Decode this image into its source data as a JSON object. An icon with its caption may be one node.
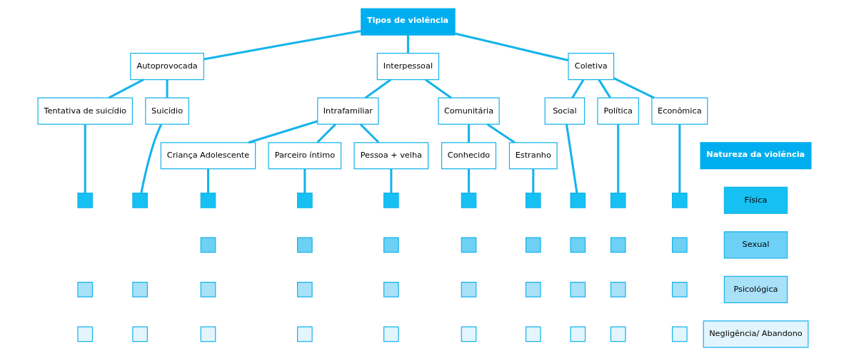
{
  "diagram": {
    "nodes": [
      {
        "text": [
          "Tipos de violência"
        ]
      },
      {
        "text": [
          "Autoprovocada"
        ]
      },
      {
        "text": [
          "Interpessoal"
        ]
      },
      {
        "text": [
          "Coletiva"
        ]
      },
      {
        "text": [
          "Tentativa de suicídio"
        ]
      },
      {
        "text": [
          "Suicídio"
        ]
      },
      {
        "text": [
          "Intrafamiliar"
        ]
      },
      {
        "text": [
          "Comunitária"
        ]
      },
      {
        "text": [
          "Social"
        ]
      },
      {
        "text": [
          "Política"
        ]
      },
      {
        "text": [
          "Econômica"
        ]
      },
      {
        "text": [
          "Natureza da violência"
        ]
      },
      {
        "text": [
          "Criança Adolescente"
        ]
      },
      {
        "text": [
          "Parceiro íntimo"
        ]
      },
      {
        "text": [
          "Pessoa + velha"
        ]
      },
      {
        "text": [
          "Conhecido"
        ]
      },
      {
        "text": [
          "Estranho"
        ]
      },
      {
        "text": [
          "Física"
        ]
      },
      {
        "text": [],
        "shape": "box"
      },
      {
        "text": [],
        "shape": "box"
      },
      {
        "text": [],
        "shape": "box"
      },
      {
        "text": [],
        "shape": "box"
      },
      {
        "text": [],
        "shape": "box"
      },
      {
        "text": [],
        "shape": "box"
      },
      {
        "text": [],
        "shape": "box"
      },
      {
        "text": [],
        "shape": "box"
      },
      {
        "text": [],
        "shape": "box"
      },
      {
        "text": [],
        "shape": "box"
      },
      {
        "text": [
          "Sexual"
        ]
      },
      {
        "text": [],
        "shape": "box"
      },
      {
        "text": [],
        "shape": "box"
      },
      {
        "text": [],
        "shape": "box"
      },
      {
        "text": [],
        "shape": "box"
      },
      {
        "text": [],
        "shape": "box"
      },
      {
        "text": [],
        "shape": "box"
      },
      {
        "text": [],
        "shape": "box"
      },
      {
        "text": [],
        "shape": "box"
      },
      {
        "text": [
          "Psicológica"
        ]
      },
      {
        "text": [],
        "shape": "box"
      },
      {
        "text": [],
        "shape": "box"
      },
      {
        "text": [],
        "shape": "box"
      },
      {
        "text": [],
        "shape": "box"
      },
      {
        "text": [],
        "shape": "box"
      },
      {
        "text": [],
        "shape": "box"
      },
      {
        "text": [],
        "shape": "box"
      },
      {
        "text": [],
        "shape": "box"
      },
      {
        "text": [],
        "shape": "box"
      },
      {
        "text": [],
        "shape": "box"
      },
      {
        "text": [
          "Negligência/ Abandono"
        ]
      },
      {
        "text": [],
        "shape": "box"
      },
      {
        "text": [],
        "shape": "box"
      },
      {
        "text": [],
        "shape": "box"
      },
      {
        "text": [],
        "shape": "box"
      },
      {
        "text": [],
        "shape": "box"
      },
      {
        "text": [],
        "shape": "box"
      },
      {
        "text": [],
        "shape": "box"
      },
      {
        "text": [],
        "shape": "box"
      },
      {
        "text": [],
        "shape": "box"
      },
      {
        "text": [],
        "shape": "box"
      }
    ],
    "edges": [
      {
        "from": 0,
        "to": 1,
        "arrow": "none"
      },
      {
        "from": 0,
        "to": 2,
        "arrow": "none"
      },
      {
        "from": 0,
        "to": 3,
        "arrow": "none"
      },
      {
        "from": 1,
        "to": 4,
        "arrow": "none"
      },
      {
        "from": 1,
        "to": 5,
        "arrow": "none"
      },
      {
        "from": 2,
        "to": 6,
        "arrow": "none"
      },
      {
        "from": 2,
        "to": 7,
        "arrow": "none"
      },
      {
        "from": 3,
        "to": 8,
        "arrow": "none"
      },
      {
        "from": 3,
        "to": 9,
        "arrow": "none"
      },
      {
        "from": 3,
        "to": 10,
        "arrow": "none"
      },
      {
        "from": 6,
        "to": 12,
        "arrow": "none"
      },
      {
        "from": 6,
        "to": 13,
        "arrow": "none"
      },
      {
        "from": 6,
        "to": 14,
        "arrow": "none"
      },
      {
        "from": 7,
        "to": 15,
        "arrow": "none"
      },
      {
        "from": 7,
        "to": 16,
        "arrow": "none"
      },
      {
        "from": 4,
        "to": 18,
        "arrow": "none"
      },
      {
        "from": 5,
        "to": 19,
        "arrow": "none"
      },
      {
        "from": 12,
        "to": 20,
        "arrow": "none"
      },
      {
        "from": 13,
        "to": 21,
        "arrow": "none"
      },
      {
        "from": 14,
        "to": 22,
        "arrow": "none"
      },
      {
        "from": 15,
        "to": 23,
        "arrow": "none"
      },
      {
        "from": 16,
        "to": 24,
        "arrow": "none"
      },
      {
        "from": 8,
        "to": 25,
        "arrow": "none"
      },
      {
        "from": 9,
        "to": 26,
        "arrow": "none"
      },
      {
        "from": 10,
        "to": 27,
        "arrow": "none"
      }
    ]
  }
}
